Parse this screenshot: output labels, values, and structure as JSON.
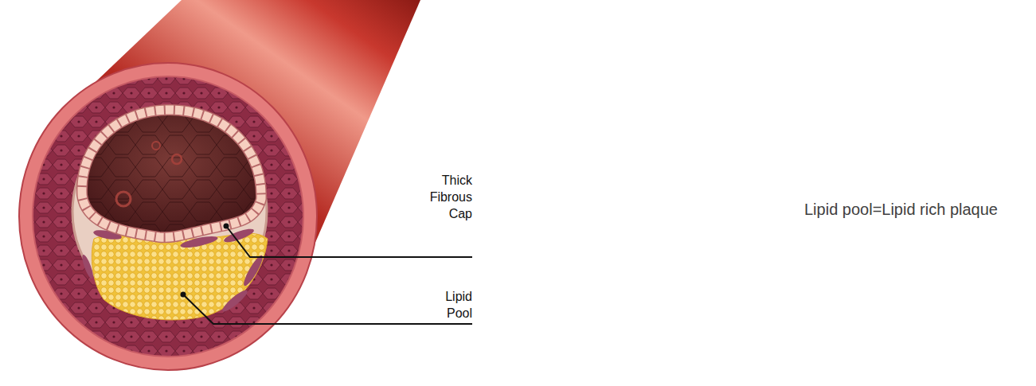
{
  "diagram": {
    "labels": [
      "Thick Fibrous Cap",
      "Lipid Pool",
      "Lipid pool=Lipid rich plaque"
    ]
  }
}
